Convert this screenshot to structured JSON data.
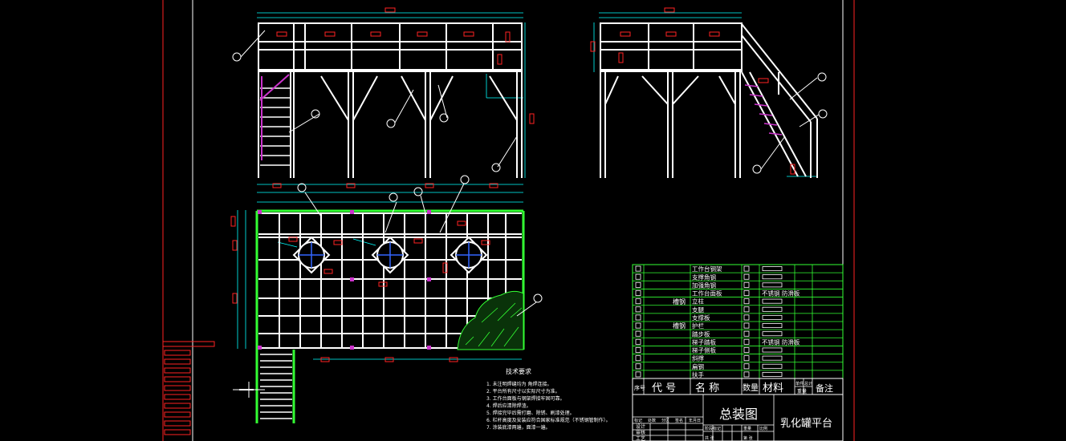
{
  "drawing": {
    "title": "总装图",
    "product_name": "乳化罐平台",
    "notes_title": "技术要求",
    "notes": [
      "1. 未注明焊缝均为    角焊连接。",
      "2. 平台所有尺寸以实际尺寸为准。",
      "3. 工作台面板与钢架焊接牢固可靠。",
      "4. 焊后应清除焊渣。",
      "5. 焊接完毕后需打磨、除锈、刷漆处理。",
      "6. 栏杆高度及安装应符合国家标准规范（不锈钢管制作）。",
      "7. 涂装底漆两遍，面漆一遍。"
    ]
  },
  "bom": {
    "rows": [
      {
        "name": "工作台钢架",
        "material": ""
      },
      {
        "name": "支撑角钢",
        "material": ""
      },
      {
        "name": "加强角钢",
        "material": ""
      },
      {
        "name": "工作台面板",
        "material": "不锈钢 防滑板"
      },
      {
        "name": "立柱",
        "material": ""
      },
      {
        "name": "支腿",
        "material": ""
      },
      {
        "name": "支撑板",
        "material": ""
      },
      {
        "name": "护栏",
        "material": ""
      },
      {
        "name": "踏步板",
        "material": ""
      },
      {
        "name": "梯子踏板",
        "material": "不锈钢 防滑板"
      },
      {
        "name": "梯子侧板",
        "material": ""
      },
      {
        "name": "斜撑",
        "material": ""
      },
      {
        "name": "扁钢",
        "material": ""
      },
      {
        "name": "扶手",
        "material": ""
      }
    ],
    "left_labels": [
      "槽钢",
      "槽钢"
    ],
    "header": {
      "no": "序号",
      "code": "代 号",
      "name": "名 称",
      "qty": "数量",
      "material": "材料",
      "unit_weight": "单件",
      "total_weight": "总计",
      "weight_label": "重量",
      "remark": "备注"
    },
    "signoff": {
      "rows": [
        "设计",
        "审核",
        "工艺"
      ],
      "cols": [
        "标记",
        "处数",
        "分区",
        "签名",
        "年月日"
      ],
      "scale_cells": [
        "阶段标记",
        "重量",
        "比例"
      ],
      "sheet_cells": [
        "共 张",
        "第 张"
      ]
    }
  }
}
